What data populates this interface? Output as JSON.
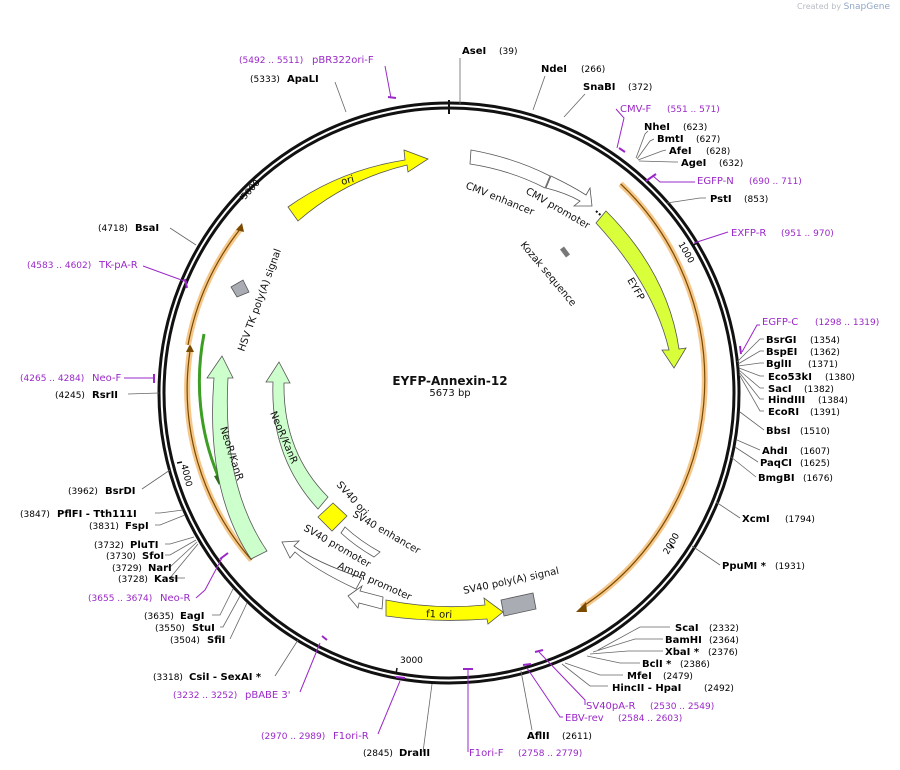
{
  "credit": {
    "prefix": "Created by",
    "brand": "SnapGene"
  },
  "plasmid": {
    "name": "EYFP-Annexin-12",
    "size": "5673 bp",
    "length": 5673
  },
  "colors": {
    "primer": "#9a28c8",
    "ori": "#ffff00",
    "eyfp": "#d9ff3a",
    "neo": "#ccffcc",
    "orf": "#f5c78a",
    "grey": "#a9acb2"
  },
  "ticks": [
    {
      "label": "1000",
      "bp": 1000
    },
    {
      "label": "2000",
      "bp": 2000
    },
    {
      "label": "3000",
      "bp": 3000
    },
    {
      "label": "4000",
      "bp": 4000
    },
    {
      "label": "5000",
      "bp": 5000
    }
  ],
  "enzymes_top": [
    {
      "name": "AseI",
      "pos": "(39)"
    },
    {
      "name": "NdeI",
      "pos": "(266)"
    },
    {
      "name": "SnaBI",
      "pos": "(372)"
    }
  ],
  "enzymes_right": [
    {
      "name": "NheI",
      "pos": "(623)"
    },
    {
      "name": "BmtI",
      "pos": "(627)"
    },
    {
      "name": "AfeI",
      "pos": "(628)"
    },
    {
      "name": "AgeI",
      "pos": "(632)"
    },
    {
      "name": "PstI",
      "pos": "(853)"
    },
    {
      "name": "BsrGI",
      "pos": "(1354)"
    },
    {
      "name": "BspEI",
      "pos": "(1362)"
    },
    {
      "name": "BglII",
      "pos": "(1371)"
    },
    {
      "name": "Eco53kI",
      "pos": "(1380)"
    },
    {
      "name": "SacI",
      "pos": "(1382)"
    },
    {
      "name": "HindIII",
      "pos": "(1384)"
    },
    {
      "name": "EcoRI",
      "pos": "(1391)"
    },
    {
      "name": "BbsI",
      "pos": "(1510)"
    },
    {
      "name": "AhdI",
      "pos": "(1607)"
    },
    {
      "name": "PaqCI",
      "pos": "(1625)"
    },
    {
      "name": "BmgBI",
      "pos": "(1676)"
    },
    {
      "name": "XcmI",
      "pos": "(1794)"
    },
    {
      "name": "PpuMI *",
      "pos": "(1931)"
    },
    {
      "name": "ScaI",
      "pos": "(2332)"
    },
    {
      "name": "BamHI",
      "pos": "(2364)"
    },
    {
      "name": "XbaI *",
      "pos": "(2376)"
    },
    {
      "name": "BclI *",
      "pos": "(2386)"
    },
    {
      "name": "MfeI",
      "pos": "(2479)"
    },
    {
      "name": "HincII - HpaI",
      "pos": "(2492)"
    },
    {
      "name": "AflII",
      "pos": "(2611)"
    }
  ],
  "enzymes_left": [
    {
      "name": "ApaLI",
      "pos": "(5333)"
    },
    {
      "name": "BsaI",
      "pos": "(4718)"
    },
    {
      "name": "RsrII",
      "pos": "(4245)"
    },
    {
      "name": "BsrDI",
      "pos": "(3962)"
    },
    {
      "name": "PflFI - Tth111I",
      "pos": "(3847)"
    },
    {
      "name": "FspI",
      "pos": "(3831)"
    },
    {
      "name": "PluTI",
      "pos": "(3732)"
    },
    {
      "name": "SfoI",
      "pos": "(3730)"
    },
    {
      "name": "NarI",
      "pos": "(3729)"
    },
    {
      "name": "KasI",
      "pos": "(3728)"
    },
    {
      "name": "EagI",
      "pos": "(3635)"
    },
    {
      "name": "StuI",
      "pos": "(3550)"
    },
    {
      "name": "SfiI",
      "pos": "(3504)"
    },
    {
      "name": "CsiI - SexAI *",
      "pos": "(3318)"
    },
    {
      "name": "DraIII",
      "pos": "(2845)"
    }
  ],
  "primers": [
    {
      "name": "pBR322ori-F",
      "range": "(5492 .. 5511)"
    },
    {
      "name": "CMV-F",
      "range": "(551 .. 571)"
    },
    {
      "name": "EGFP-N",
      "range": "(690 .. 711)"
    },
    {
      "name": "EXFP-R",
      "range": "(951 .. 970)"
    },
    {
      "name": "EGFP-C",
      "range": "(1298 .. 1319)"
    },
    {
      "name": "SV40pA-R",
      "range": "(2530 .. 2549)"
    },
    {
      "name": "EBV-rev",
      "range": "(2584 .. 2603)"
    },
    {
      "name": "F1ori-F",
      "range": "(2758 .. 2779)"
    },
    {
      "name": "F1ori-R",
      "range": "(2970 .. 2989)"
    },
    {
      "name": "pBABE 3'",
      "range": "(3232 .. 3252)"
    },
    {
      "name": "Neo-R",
      "range": "(3655 .. 3674)"
    },
    {
      "name": "Neo-F",
      "range": "(4265 .. 4284)"
    },
    {
      "name": "TK-pA-R",
      "range": "(4583 .. 4602)"
    }
  ],
  "features": [
    {
      "name": "ori"
    },
    {
      "name": "CMV enhancer"
    },
    {
      "name": "CMV promoter"
    },
    {
      "name": "Kozak sequence"
    },
    {
      "name": "EYFP"
    },
    {
      "name": "SV40 poly(A) signal"
    },
    {
      "name": "f1 ori"
    },
    {
      "name": "AmpR promoter"
    },
    {
      "name": "SV40 promoter"
    },
    {
      "name": "SV40 enhancer"
    },
    {
      "name": "SV40 ori"
    },
    {
      "name": "NeoR/KanR"
    },
    {
      "name": "NeoR/KanR"
    },
    {
      "name": "HSV TK poly(A) signal"
    }
  ]
}
